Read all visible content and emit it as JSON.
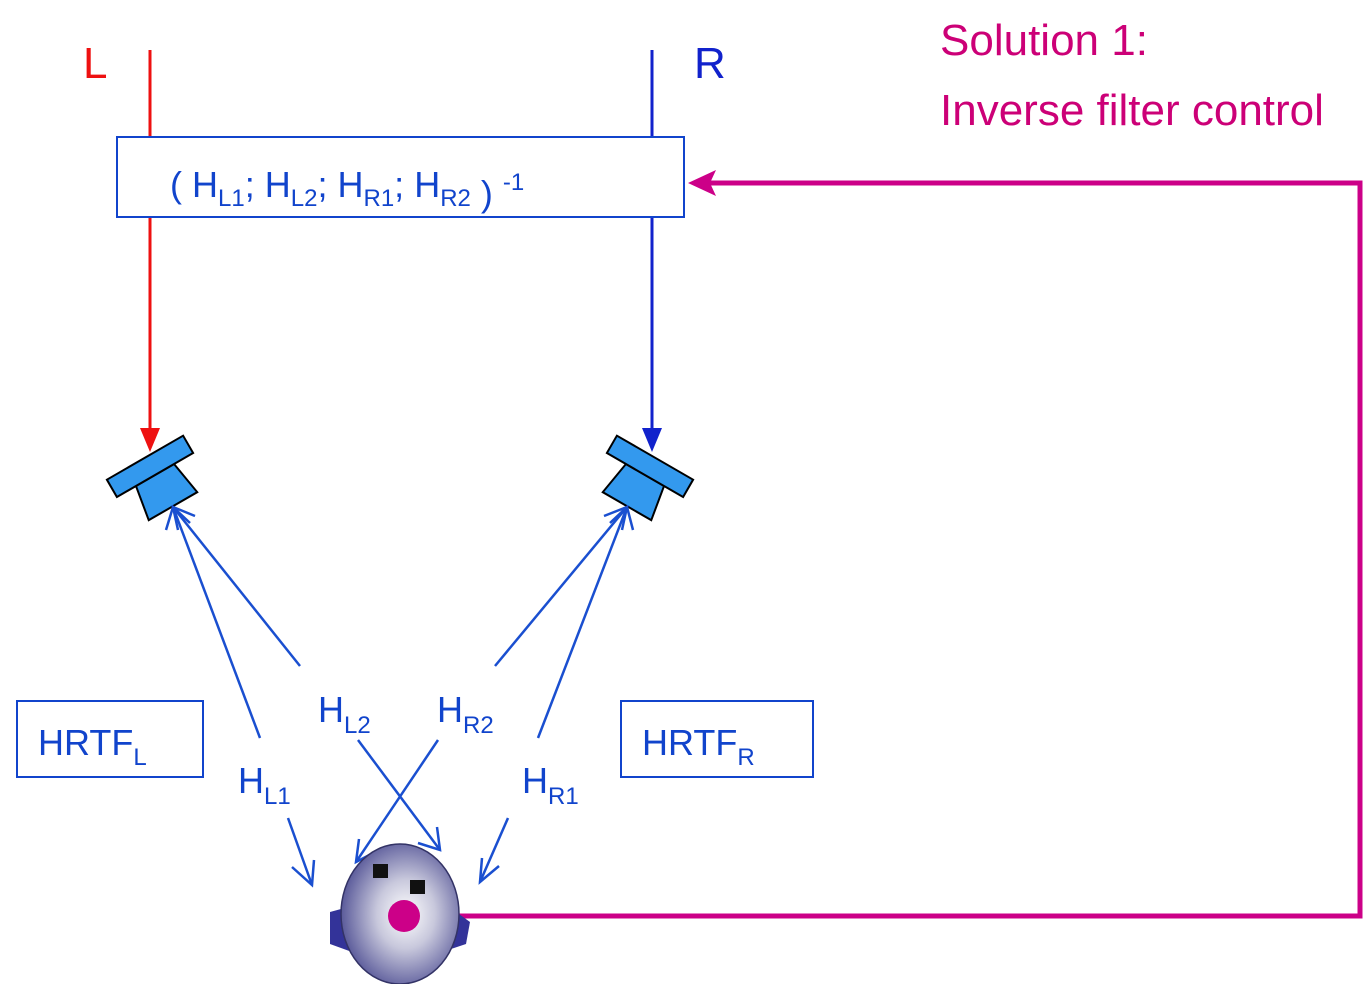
{
  "title": {
    "line1": "Solution 1:",
    "line2": "Inverse filter control",
    "color": "#cc0077"
  },
  "channels": {
    "left": {
      "label": "L",
      "color": "#ee1111"
    },
    "right": {
      "label": "R",
      "color": "#1122cc"
    }
  },
  "filter": {
    "open": "(",
    "terms": [
      {
        "base": "H",
        "sub": "L1",
        "sep": ";"
      },
      {
        "base": "H",
        "sub": "L2",
        "sep": ";"
      },
      {
        "base": "H",
        "sub": "R1",
        "sep": ";"
      },
      {
        "base": "H",
        "sub": "R2",
        "sep": ""
      }
    ],
    "close": ")",
    "exponent": "-1",
    "color": "#1144cc"
  },
  "paths": {
    "hl1": {
      "base": "H",
      "sub": "L1"
    },
    "hl2": {
      "base": "H",
      "sub": "L2"
    },
    "hr1": {
      "base": "H",
      "sub": "R1"
    },
    "hr2": {
      "base": "H",
      "sub": "R2"
    }
  },
  "hrtf_boxes": {
    "left": {
      "base": "HRTF",
      "sub": "L"
    },
    "right": {
      "base": "HRTF",
      "sub": "R"
    }
  },
  "colors": {
    "path_blue": "#1a4fd0",
    "speaker_fill": "#3399ee",
    "feedback": "#cc0088",
    "head_dark": "#5a5a9a",
    "ear": "#333399"
  }
}
